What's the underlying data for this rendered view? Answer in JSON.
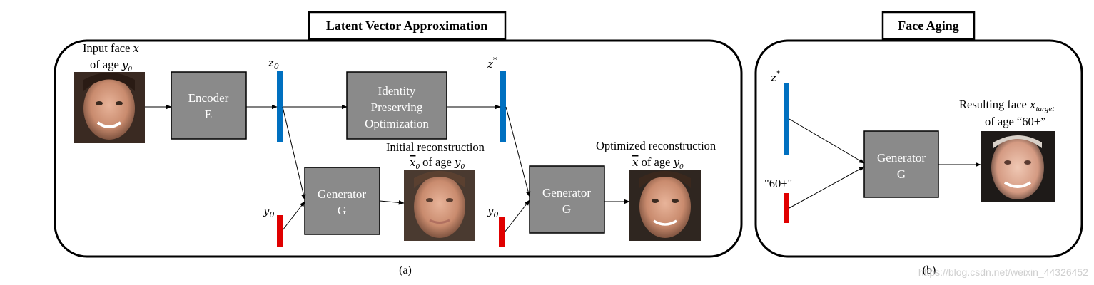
{
  "panels": {
    "a_title": "Latent Vector Approximation",
    "b_title": "Face Aging",
    "a_caption": "(a)",
    "b_caption": "(b)"
  },
  "blocks": {
    "encoder_line1": "Encoder",
    "encoder_line2": "E",
    "idp_line1": "Identity",
    "idp_line2": "Preserving",
    "idp_line3": "Optimization",
    "gen_line1": "Generator",
    "gen_line2": "G"
  },
  "labels": {
    "input_line1": "Input face",
    "input_var": "x",
    "input_line2": "of age",
    "y0_base": "y",
    "sub0": "0",
    "z_base": "z",
    "star": "*",
    "initial_line1": "Initial reconstruction",
    "of_age": "of age",
    "optimized_line1": "Optimized reconstruction",
    "resulting_line1": "Resulting face",
    "x_base": "x",
    "target_sub": "target",
    "of_age_60": "of age “60+”",
    "age_60_label": "\"60+\""
  },
  "colors": {
    "latent_bar": "#0070c0",
    "age_bar": "#e00000",
    "block_fill": "#8a8a8a"
  },
  "watermark": "https://blog.csdn.net/weixin_44326452"
}
